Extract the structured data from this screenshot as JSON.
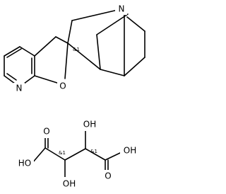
{
  "molecule": {
    "atoms": {
      "pyridine_n": "N",
      "furan_o": "O",
      "quinuclidine_n": "N",
      "acid_oh_left": "HO",
      "acid_o_left": "O",
      "acid_oh_right": "OH",
      "acid_o_right": "O",
      "hydroxy_top": "OH",
      "hydroxy_bottom": "OH"
    },
    "stereo_markers": {
      "spiro_center": "&1",
      "tartrate_upper": "&1",
      "tartrate_lower": "&1"
    }
  }
}
